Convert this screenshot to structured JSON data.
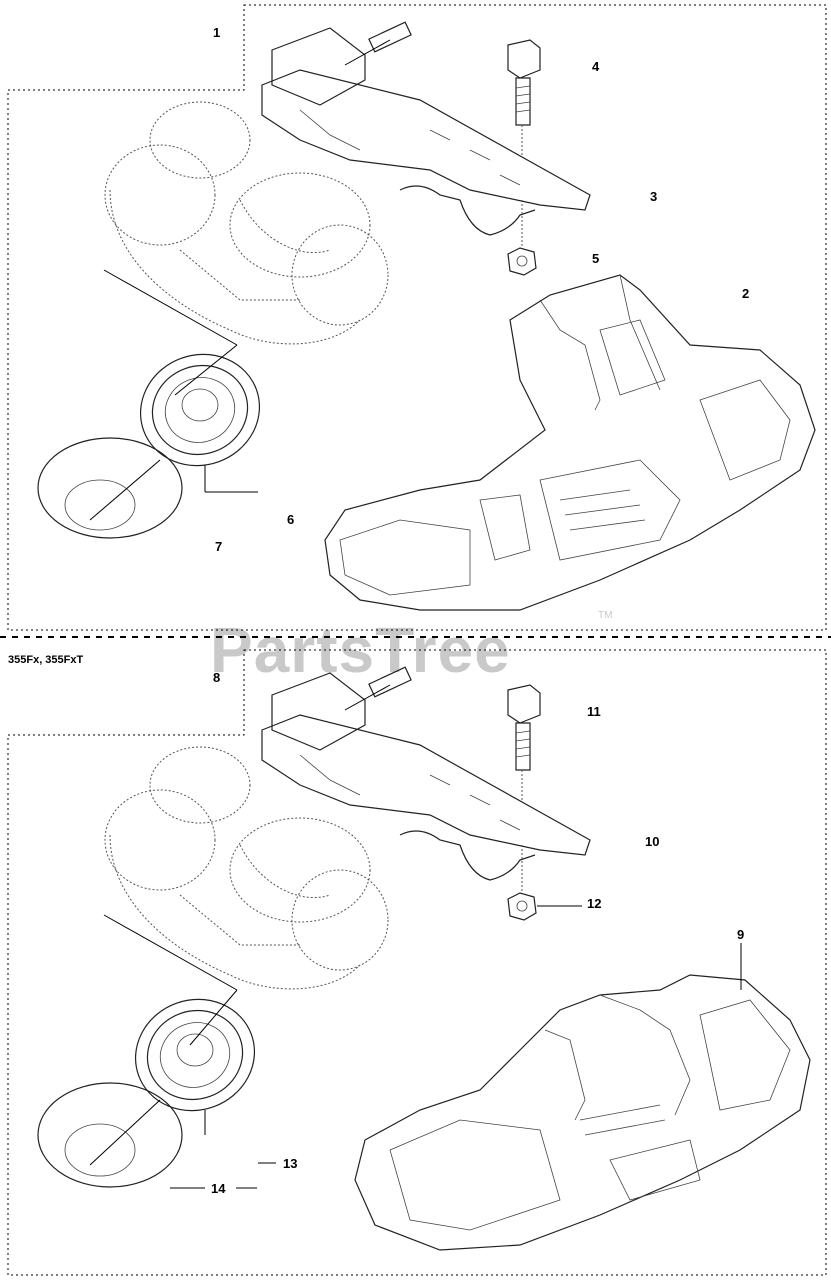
{
  "watermark": {
    "text": "PartsTree",
    "tm": "TM"
  },
  "sections": [
    {
      "model_label": "",
      "callouts": [
        "1",
        "2",
        "3",
        "4",
        "5",
        "6",
        "7"
      ]
    },
    {
      "model_label": "355Fx, 355FxT",
      "callouts": [
        "8",
        "9",
        "10",
        "11",
        "12",
        "13",
        "14"
      ]
    }
  ]
}
